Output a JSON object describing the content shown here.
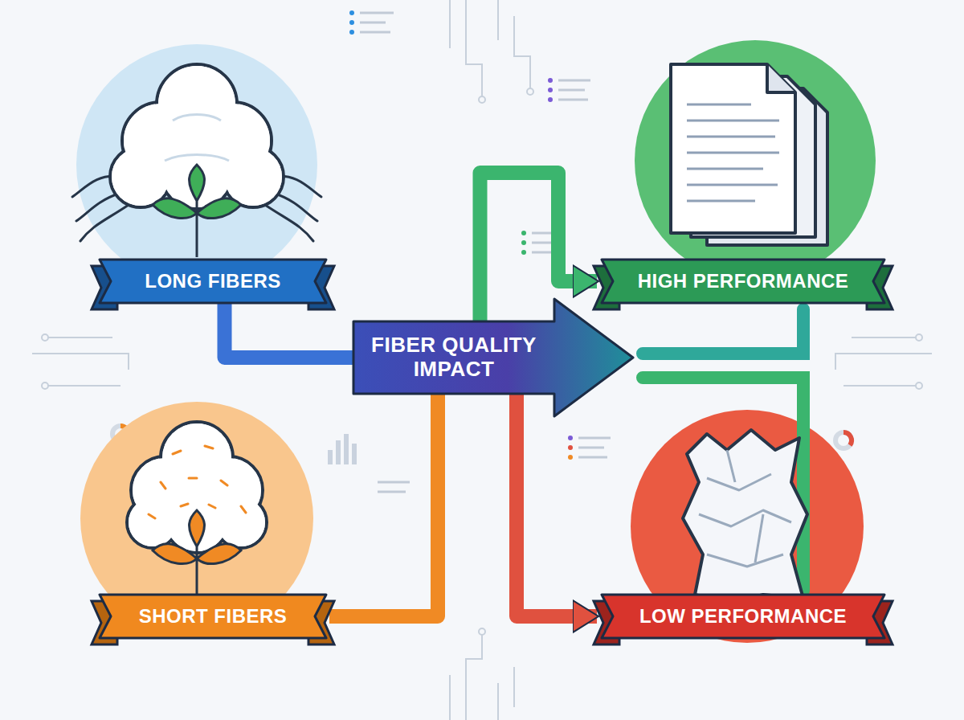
{
  "diagram": {
    "nodes": [
      {
        "text": [
          "LONG FIBERS"
        ]
      },
      {
        "text": [
          "HIGH PERFORMANCE"
        ]
      },
      {
        "text": [
          "FIBER QUALITY IMPACT"
        ]
      },
      {
        "text": [
          "SHORT FIBERS"
        ]
      },
      {
        "text": [
          "LOW PERFORMANCE"
        ]
      }
    ],
    "edges": [
      {
        "from": 0,
        "to": 2,
        "arrow": "none"
      },
      {
        "from": 3,
        "to": 2,
        "arrow": "none"
      },
      {
        "from": 2,
        "to": 1,
        "arrow": "to"
      },
      {
        "from": 2,
        "to": 4,
        "arrow": "to"
      }
    ]
  }
}
